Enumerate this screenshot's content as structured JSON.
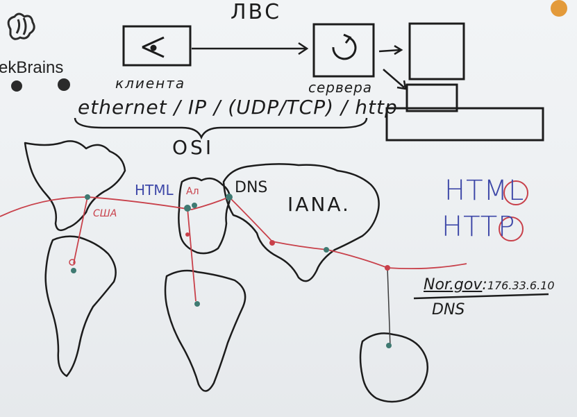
{
  "board": {
    "title": "ЛВС",
    "client_label": "клиента",
    "server_label": "сервера",
    "protocol_stack": "ethernet / IP / (UDP/TCP) / http",
    "osi_label": "OSI",
    "map_labels": {
      "usa": "США",
      "html": "HTML",
      "red_short": "Ал",
      "dns": "DNS",
      "iana": "IANA."
    },
    "right_terms": [
      "HTML",
      "HTTP"
    ],
    "dns_record": {
      "domain": "Nor.gov",
      "ip": "176.33.6.10",
      "label": "DNS"
    }
  },
  "logo": {
    "text": "ekBrains"
  },
  "colors": {
    "marker_black": "#1c1c1c",
    "marker_red": "#c8404a",
    "marker_blue": "#3e48a8",
    "pin_teal": "#3f7a72"
  }
}
